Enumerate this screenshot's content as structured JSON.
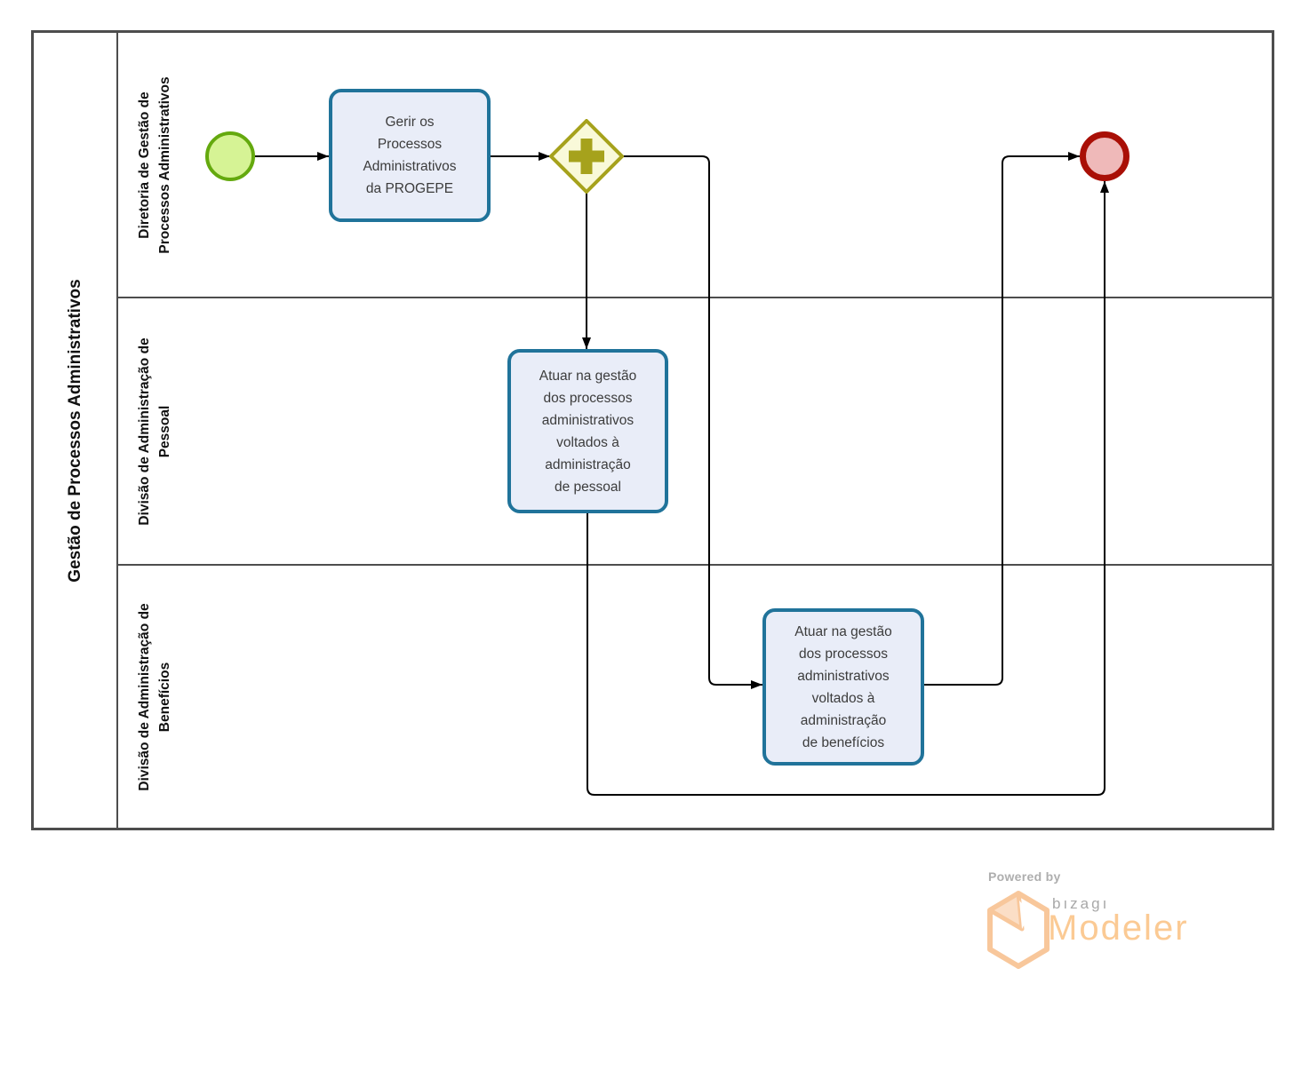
{
  "pool": {
    "title": "Gestão de Processos Administrativos"
  },
  "lanes": [
    {
      "label": "Diretoria de Gestão de\nProcessos Administrativos"
    },
    {
      "label": "Divisão de Administração de\nPessoal"
    },
    {
      "label": "Divisão de Administração de\nBenefícios"
    }
  ],
  "nodes": {
    "start_event": {
      "type": "start-event"
    },
    "task1": {
      "label": "Gerir os\nProcessos\nAdministrativos\nda PROGEPE"
    },
    "gateway": {
      "type": "parallel-gateway"
    },
    "task2": {
      "label": "Atuar na gestão\ndos processos\nadministrativos\nvoltados à\nadministração\nde pessoal"
    },
    "task3": {
      "label": "Atuar na gestão\ndos processos\nadministrativos\nvoltados à\nadministração\nde benefícios"
    },
    "end_event": {
      "type": "end-event"
    }
  },
  "colors": {
    "task_fill": "#e9edf8",
    "task_border": "#20739a",
    "start_fill": "#d6f395",
    "start_border": "#64a90e",
    "gateway_fill": "#f9f9d9",
    "gateway_border": "#a6a21c",
    "end_fill": "#efb9b9",
    "end_border": "#a90f06",
    "lane_border": "#4d4d4d",
    "flow_line": "#000000",
    "brand_orange": "#fbca94",
    "brand_gray": "#a8a8a8"
  },
  "branding": {
    "powered_by": "Powered by",
    "brand": "bızagı",
    "product": "Modeler"
  }
}
